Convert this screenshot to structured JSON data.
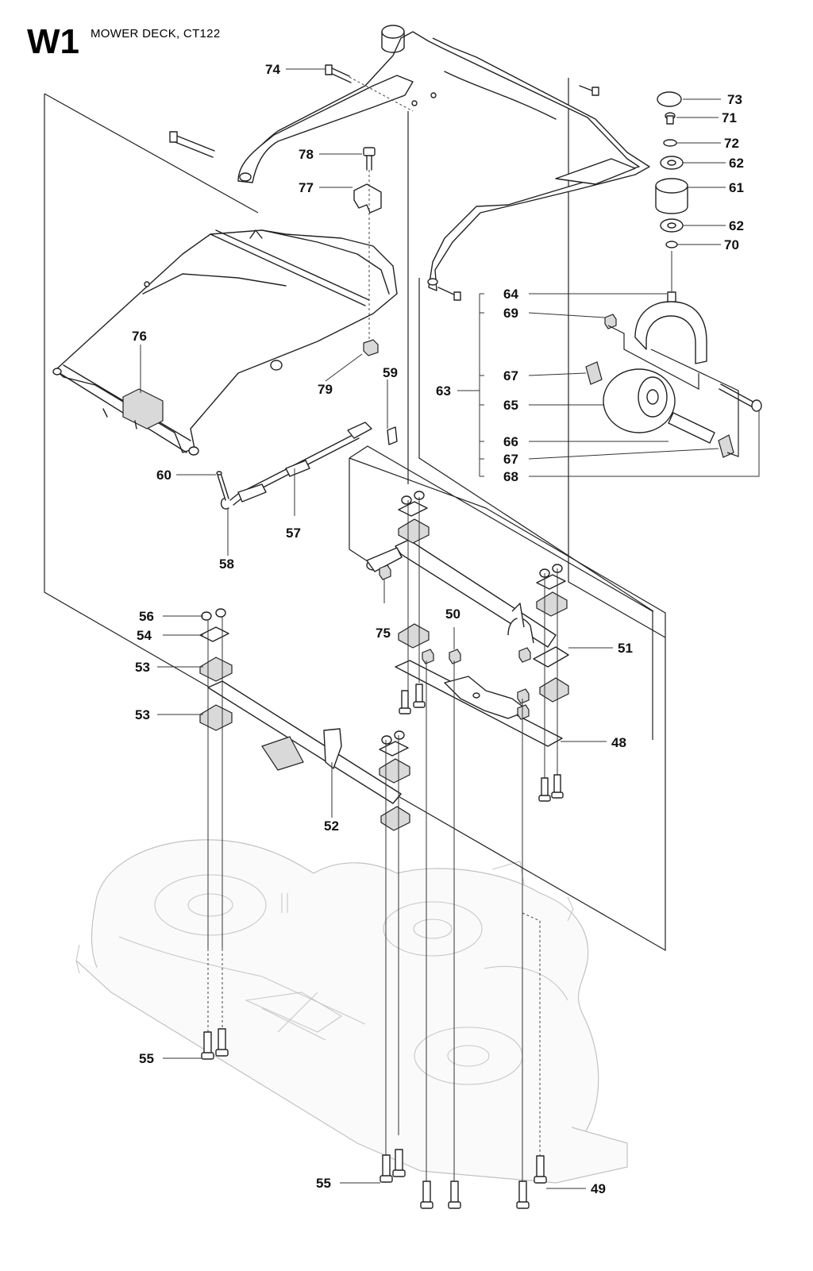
{
  "header": {
    "code": "W1",
    "title": "MOWER DECK, CT122"
  },
  "callouts": [
    "74",
    "78",
    "77",
    "76",
    "79",
    "59",
    "60",
    "57",
    "58",
    "73",
    "71",
    "72",
    "62",
    "61",
    "62",
    "70",
    "64",
    "69",
    "67",
    "65",
    "66",
    "67",
    "68",
    "63",
    "56",
    "54",
    "53",
    "53",
    "75",
    "50",
    "51",
    "48",
    "52",
    "55",
    "55",
    "49"
  ]
}
